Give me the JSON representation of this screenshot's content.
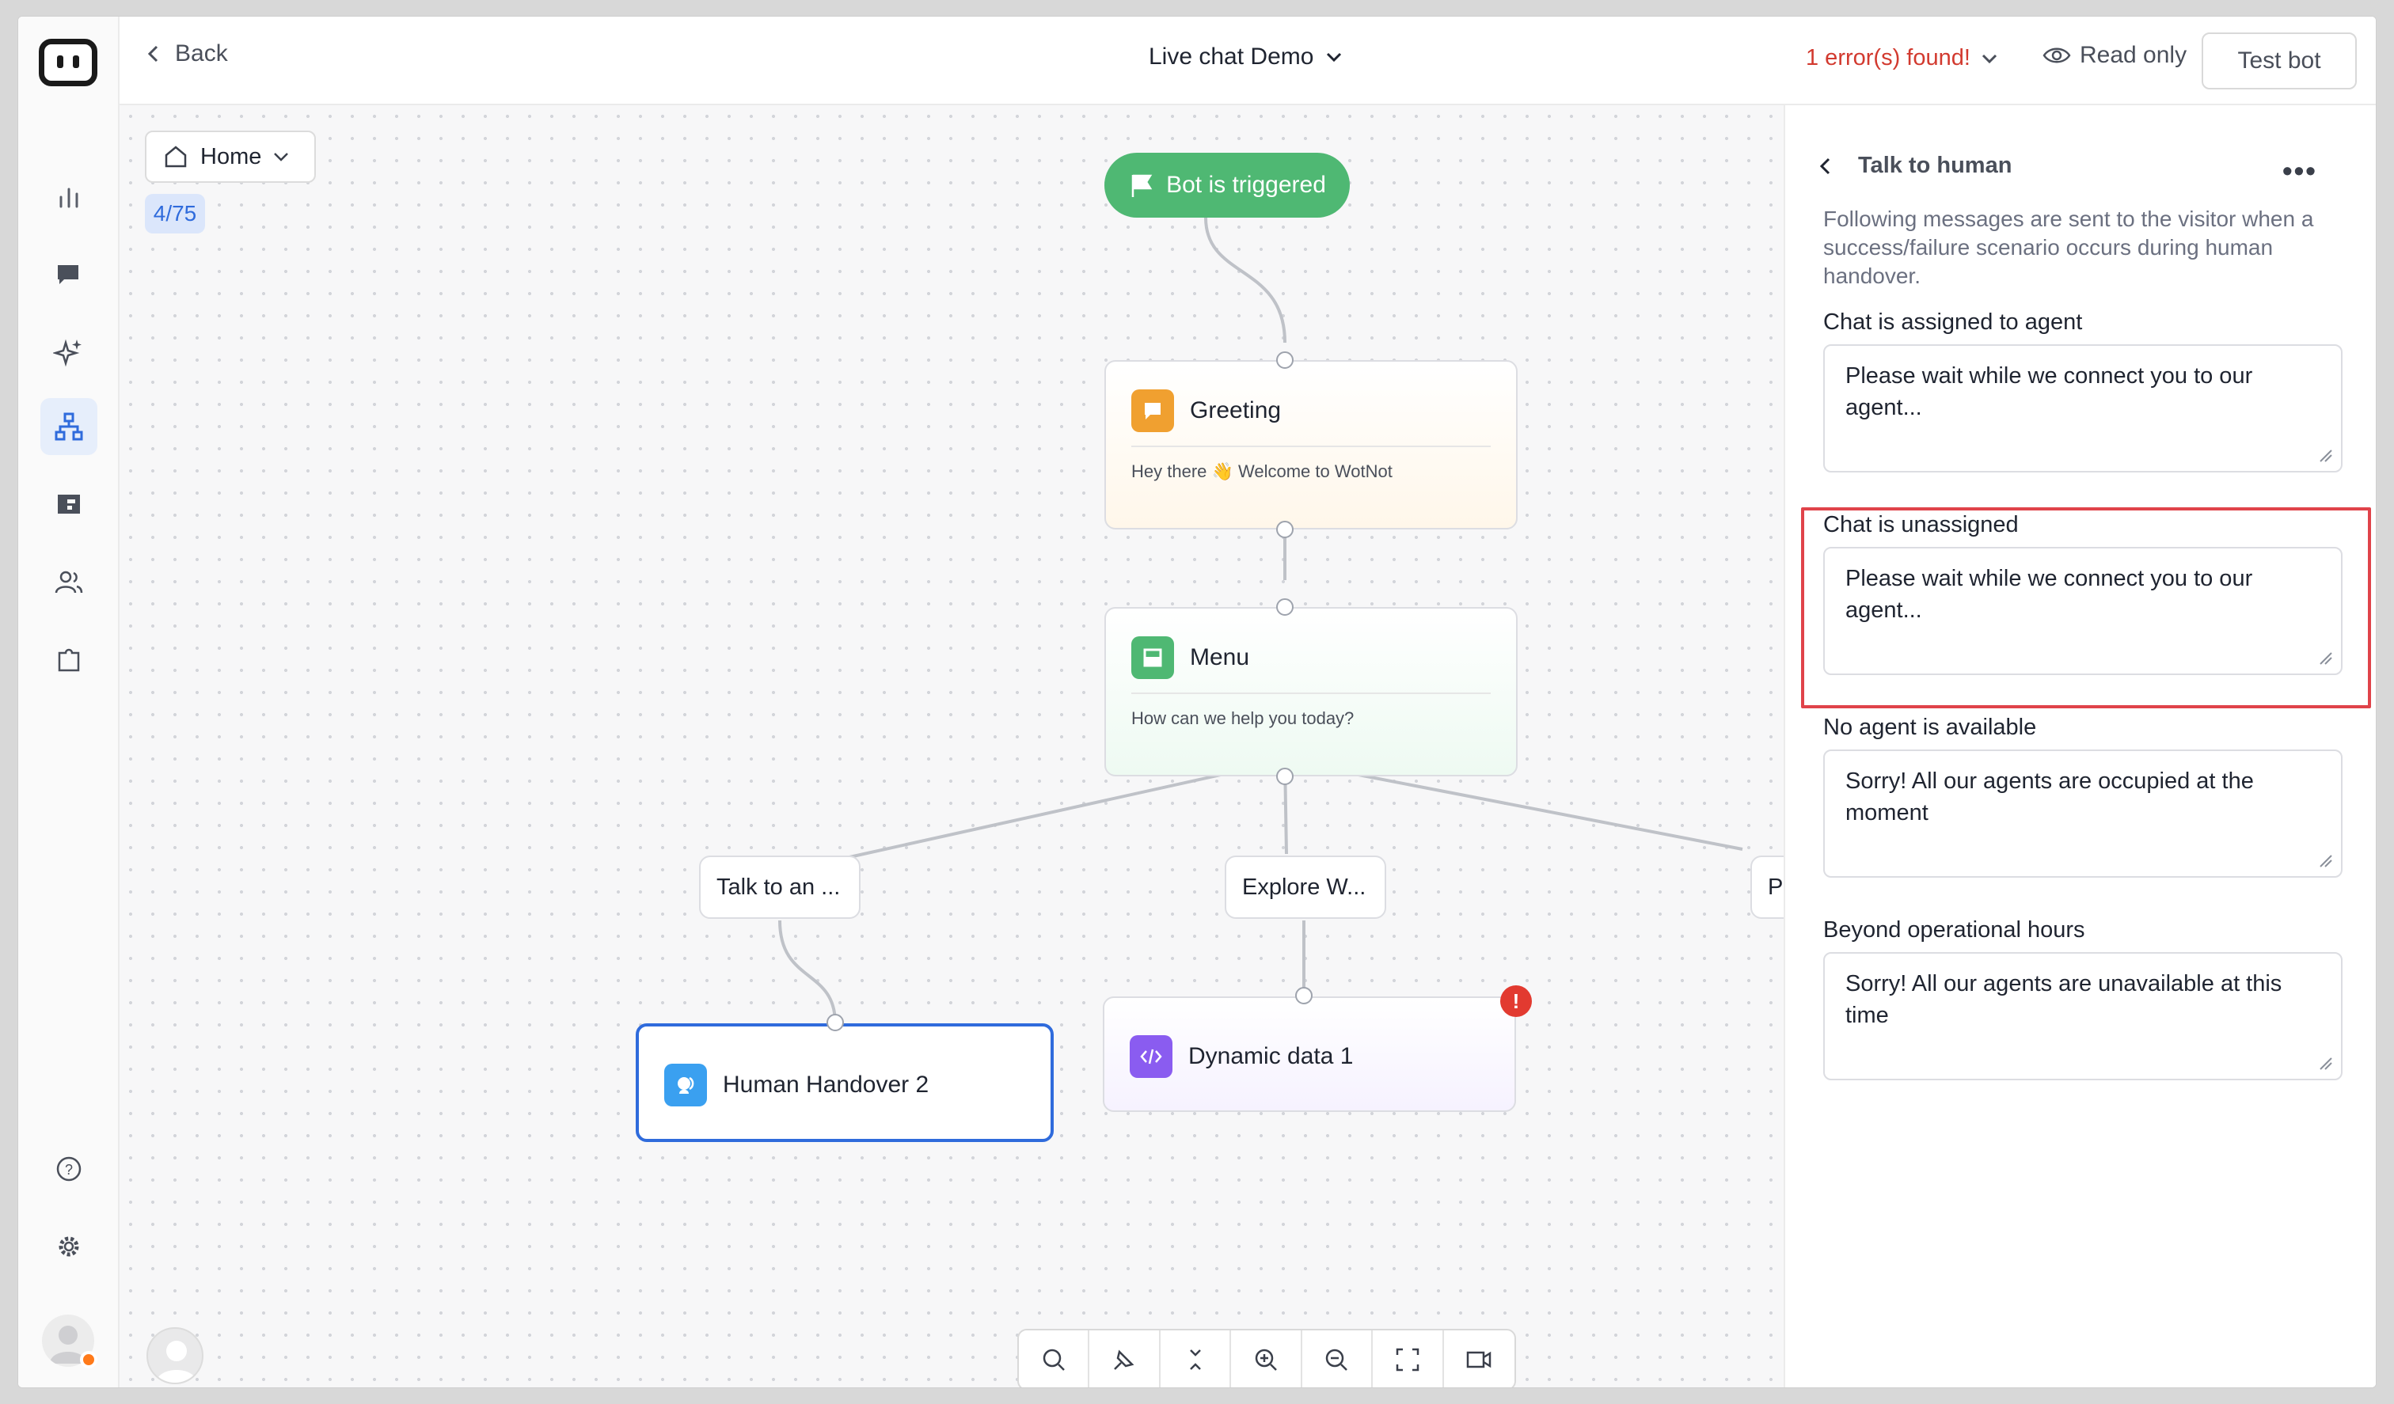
{
  "topbar": {
    "back_label": "Back",
    "bot_name": "Live chat Demo",
    "error_label": "1 error(s) found!",
    "read_only_label": "Read only",
    "test_bot_label": "Test bot"
  },
  "canvas": {
    "home_label": "Home",
    "counter": "4/75",
    "trigger_label": "Bot is triggered",
    "nodes": {
      "greeting": {
        "title": "Greeting",
        "subtitle": "Hey there 👋 Welcome to WotNot"
      },
      "menu": {
        "title": "Menu",
        "subtitle": "How can we help you today?"
      },
      "human_handover": {
        "title": "Human Handover 2"
      },
      "dynamic_data": {
        "title": "Dynamic data 1"
      }
    },
    "options": [
      "Talk to an ...",
      "Explore W...",
      "Pric"
    ],
    "error_badge": "!"
  },
  "toolbar": {
    "tools": [
      "search-icon",
      "magic-pin-icon",
      "collapse-icon",
      "zoom-in-icon",
      "zoom-out-icon",
      "fullscreen-icon",
      "video-icon"
    ]
  },
  "panel": {
    "title": "Talk to human",
    "more": "•••",
    "description": "Following messages are sent to the visitor when a success/failure scenario occurs during human handover.",
    "fields": [
      {
        "label": "Chat is assigned to agent",
        "value": "Please wait while we connect you to our agent..."
      },
      {
        "label": "Chat is unassigned",
        "value": "Please wait while we connect you to our agent..."
      },
      {
        "label": "No agent is available",
        "value": "Sorry! All our agents are occupied at the moment"
      },
      {
        "label": "Beyond operational hours",
        "value": "Sorry! All our agents are unavailable at this time"
      }
    ]
  },
  "colors": {
    "accent_green": "#4fb873",
    "error_red": "#d23a2f",
    "highlight_red": "#e0434a",
    "link_blue": "#2f6bdc",
    "greeting_orange": "#f0a030",
    "menu_green": "#4fb873",
    "handover_blue": "#3aa0f0",
    "dynamic_purple": "#8a5cf0"
  }
}
